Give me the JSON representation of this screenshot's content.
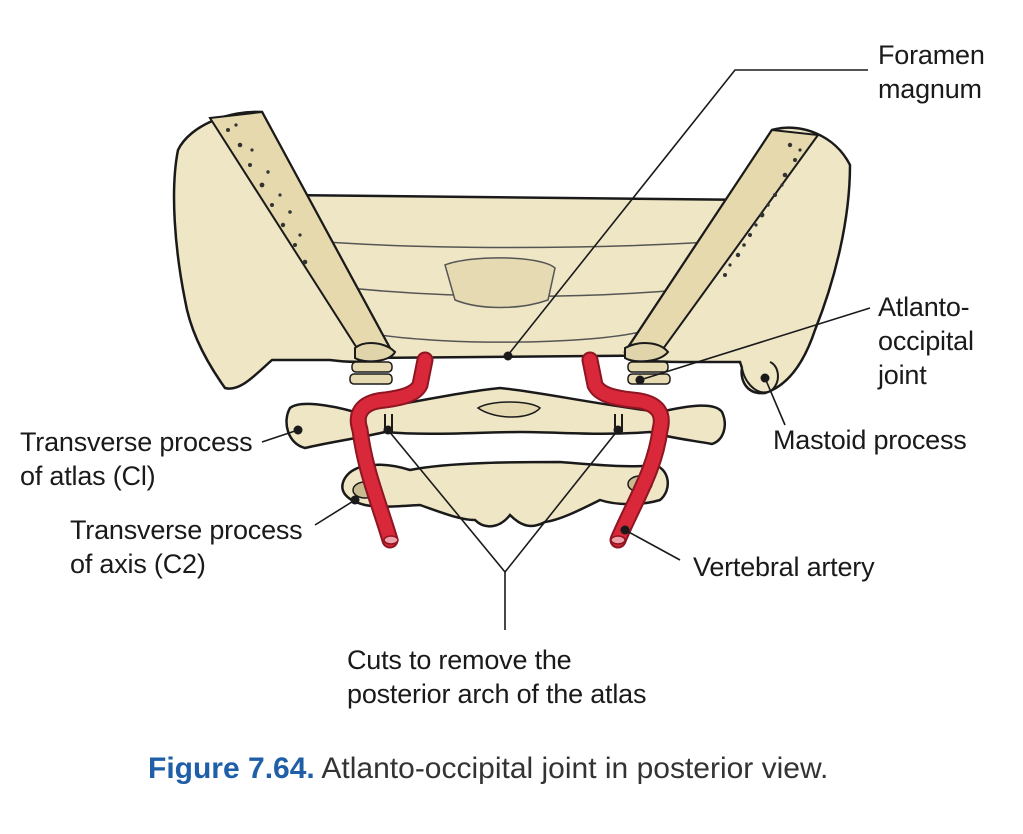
{
  "labels": {
    "foramen_magnum": "Foramen\nmagnum",
    "atlanto_occipital_joint": "Atlanto-\noccipital\njoint",
    "mastoid_process": "Mastoid process",
    "transverse_process_atlas": "Transverse process\nof atlas (Cl)",
    "transverse_process_axis": "Transverse process\nof axis (C2)",
    "vertebral_artery": "Vertebral artery",
    "cuts": "Cuts to remove the\nposterior arch of the atlas"
  },
  "caption": {
    "number": "Figure 7.64.",
    "text": " Atlanto-occipital joint in posterior view."
  },
  "colors": {
    "bone": "#efe6c6",
    "bone_shade": "#d8cca4",
    "artery": "#d8283a",
    "artery_dark": "#8e1522",
    "outline": "#1a1a1a",
    "caption_accent": "#1f5fa8"
  }
}
